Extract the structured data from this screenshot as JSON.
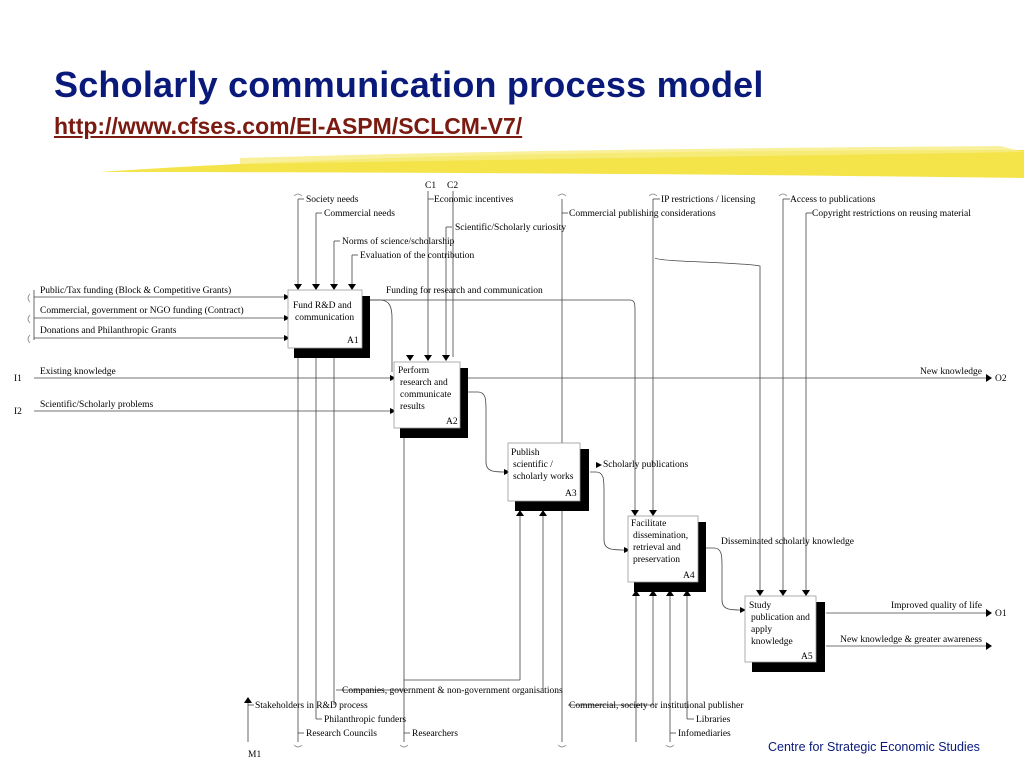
{
  "title": "Scholarly communication process model",
  "url": "http://www.cfses.com/EI-ASPM/SCLCM-V7/",
  "footer": "Centre for Strategic Economic Studies",
  "colors": {
    "title": "#0a1a7a",
    "url": "#7a1a10",
    "highlight": "#f5e34a",
    "box_shadow": "#000000"
  },
  "diagram": {
    "control_labels": {
      "c1": "C1",
      "c2": "C2"
    },
    "controls": [
      "Society needs",
      "Commercial needs",
      "Norms of science/scholarship",
      "Evaluation of the contribution",
      "Economic incentives",
      "Scientific/Scholarly curiosity",
      "Commercial publishing considerations",
      "IP restrictions / licensing",
      "Access to publications",
      "Copyright restrictions on reusing material"
    ],
    "funding_inputs": [
      "Public/Tax funding (Block & Competitive Grants)",
      "Commercial, government or NGO funding (Contract)",
      "Donations and Philanthropic Grants"
    ],
    "inputs": [
      {
        "code": "I1",
        "label": "Existing knowledge"
      },
      {
        "code": "I2",
        "label": "Scientific/Scholarly problems"
      }
    ],
    "outputs": [
      {
        "code": "O2",
        "label": "New knowledge"
      },
      {
        "code": "O1",
        "label": "Improved quality of life"
      },
      {
        "code": "",
        "label": "New knowledge & greater awareness"
      }
    ],
    "flows": [
      "Funding for research and communication",
      "Scholarly publications",
      "Disseminated scholarly knowledge"
    ],
    "activities": [
      {
        "id": "A1",
        "lines": [
          "Fund R&D and",
          "communication"
        ]
      },
      {
        "id": "A2",
        "lines": [
          "Perform",
          "research and",
          "communicate",
          "results"
        ]
      },
      {
        "id": "A3",
        "lines": [
          "Publish",
          "scientific /",
          "scholarly works"
        ]
      },
      {
        "id": "A4",
        "lines": [
          "Facilitate",
          "dissemination,",
          "retrieval and",
          "preservation"
        ]
      },
      {
        "id": "A5",
        "lines": [
          "Study",
          "publication and",
          "apply",
          "knowledge"
        ]
      }
    ],
    "mechanism_label": "M1",
    "mechanisms": [
      "Companies, government & non-government organisations",
      "Stakeholders in R&D process",
      "Philanthropic funders",
      "Research Councils",
      "Researchers",
      "Commercial, society or institutional publisher",
      "Libraries",
      "Infomediaries"
    ]
  }
}
